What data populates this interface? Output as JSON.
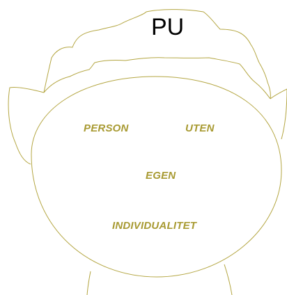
{
  "title": "PU",
  "labels": {
    "person": "PERSON",
    "uten": "UTEN",
    "egen": "EGEN",
    "individualitet": "INDIVIDUALITET"
  },
  "colors": {
    "line": "#b4a642",
    "text": "#a89a32",
    "title": "#000000",
    "background": "#ffffff"
  }
}
